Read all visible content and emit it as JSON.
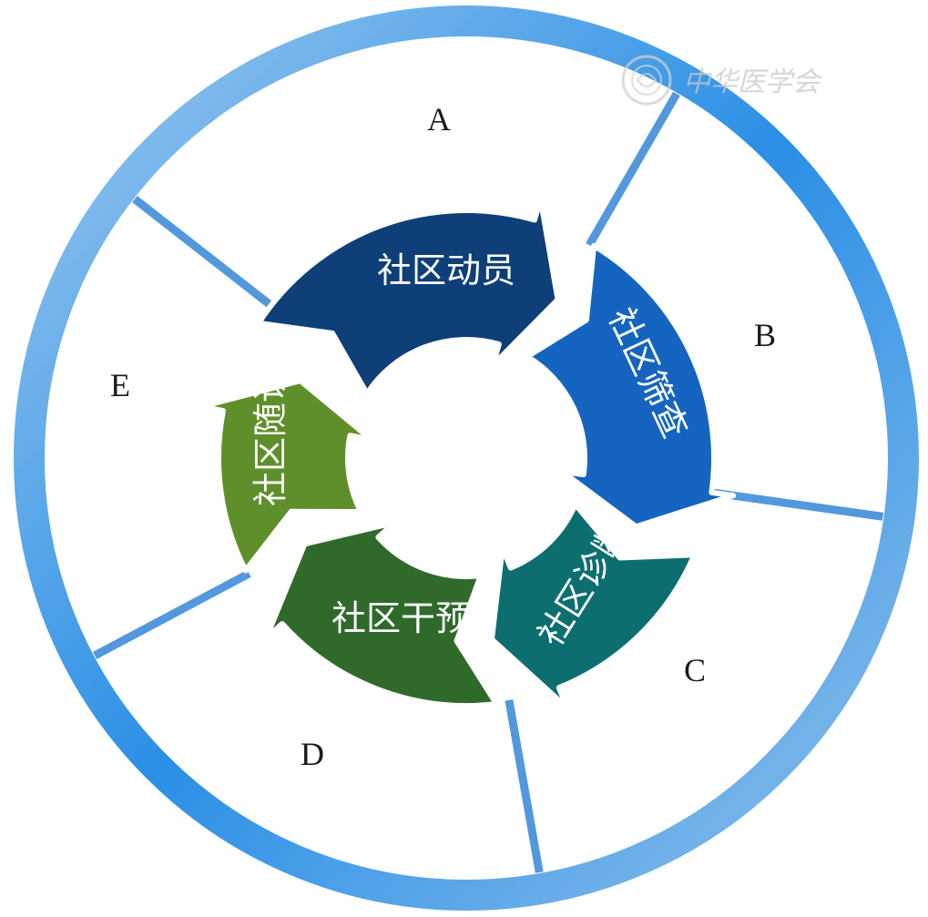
{
  "sectors": [
    {
      "id": "A",
      "label": "A"
    },
    {
      "id": "B",
      "label": "B"
    },
    {
      "id": "C",
      "label": "C"
    },
    {
      "id": "D",
      "label": "D"
    },
    {
      "id": "E",
      "label": "E"
    }
  ],
  "cycle": [
    {
      "id": "mobilize",
      "label": "社区动员",
      "color": "#0e3f78"
    },
    {
      "id": "screen",
      "label": "社区筛查",
      "color": "#1565c0"
    },
    {
      "id": "diagnose",
      "label": "社区诊断",
      "color": "#0d6e70"
    },
    {
      "id": "intervene",
      "label": "社区干预",
      "color": "#2f6a2b"
    },
    {
      "id": "followup",
      "label": "社区随访",
      "color": "#5f8f2a"
    }
  ],
  "colors": {
    "ring_outer": "#1e88e5",
    "ring_light": "#8fbfe8",
    "divider": "#1976d2"
  },
  "watermark": {
    "text": "中华医学会",
    "icon": "seal-icon"
  }
}
